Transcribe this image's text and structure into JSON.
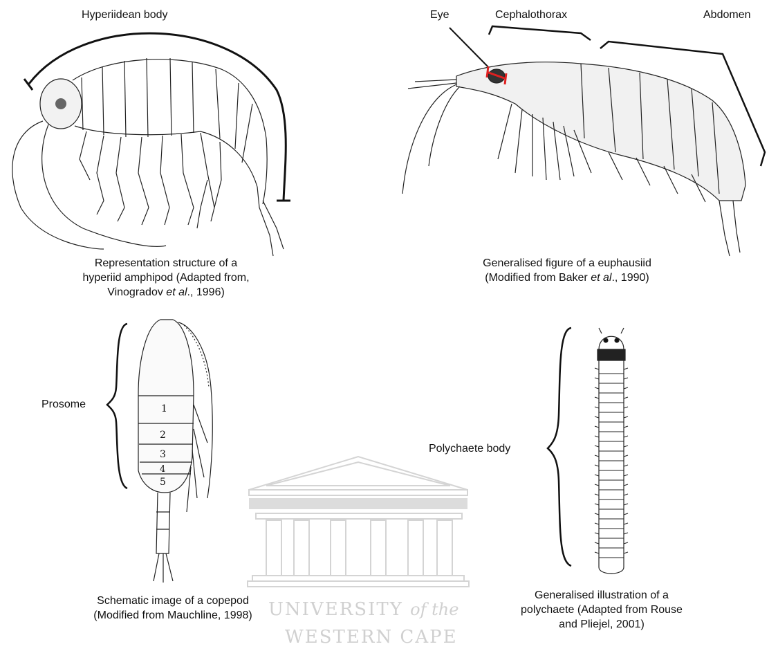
{
  "labels": {
    "hyperiidean_body": "Hyperiidean body",
    "eye": "Eye",
    "cephalothorax": "Cephalothorax",
    "abdomen": "Abdomen",
    "prosome": "Prosome",
    "polychaete_body": "Polychaete body"
  },
  "copepod_segments": [
    "1",
    "2",
    "3",
    "4",
    "5"
  ],
  "captions": {
    "amphipod": {
      "line1": "Representation structure of a",
      "line2": "hyperiid amphipod (Adapted from,",
      "line3_pre": "Vinogradov ",
      "line3_ital": "et al",
      "line3_post": "., 1996)"
    },
    "euphausiid": {
      "line1": "Generalised figure of a euphausiid",
      "line2_pre": "(Modified from Baker ",
      "line2_ital": "et al",
      "line2_post": "., 1990)"
    },
    "copepod": {
      "line1": "Schematic image of a copepod",
      "line2": "(Modified from Mauchline, 1998)"
    },
    "polychaete": {
      "line1": "Generalised illustration of a",
      "line2": "polychaete (Adapted from Rouse",
      "line3": "and Pliejel, 2001)"
    }
  },
  "watermark": {
    "line1": "UNIVERSITY",
    "line1_ital": "of the",
    "line2": "WESTERN CAPE"
  },
  "colors": {
    "ink": "#111111",
    "eye_marker": "#e02020",
    "watermark": "#d0d0d0"
  }
}
